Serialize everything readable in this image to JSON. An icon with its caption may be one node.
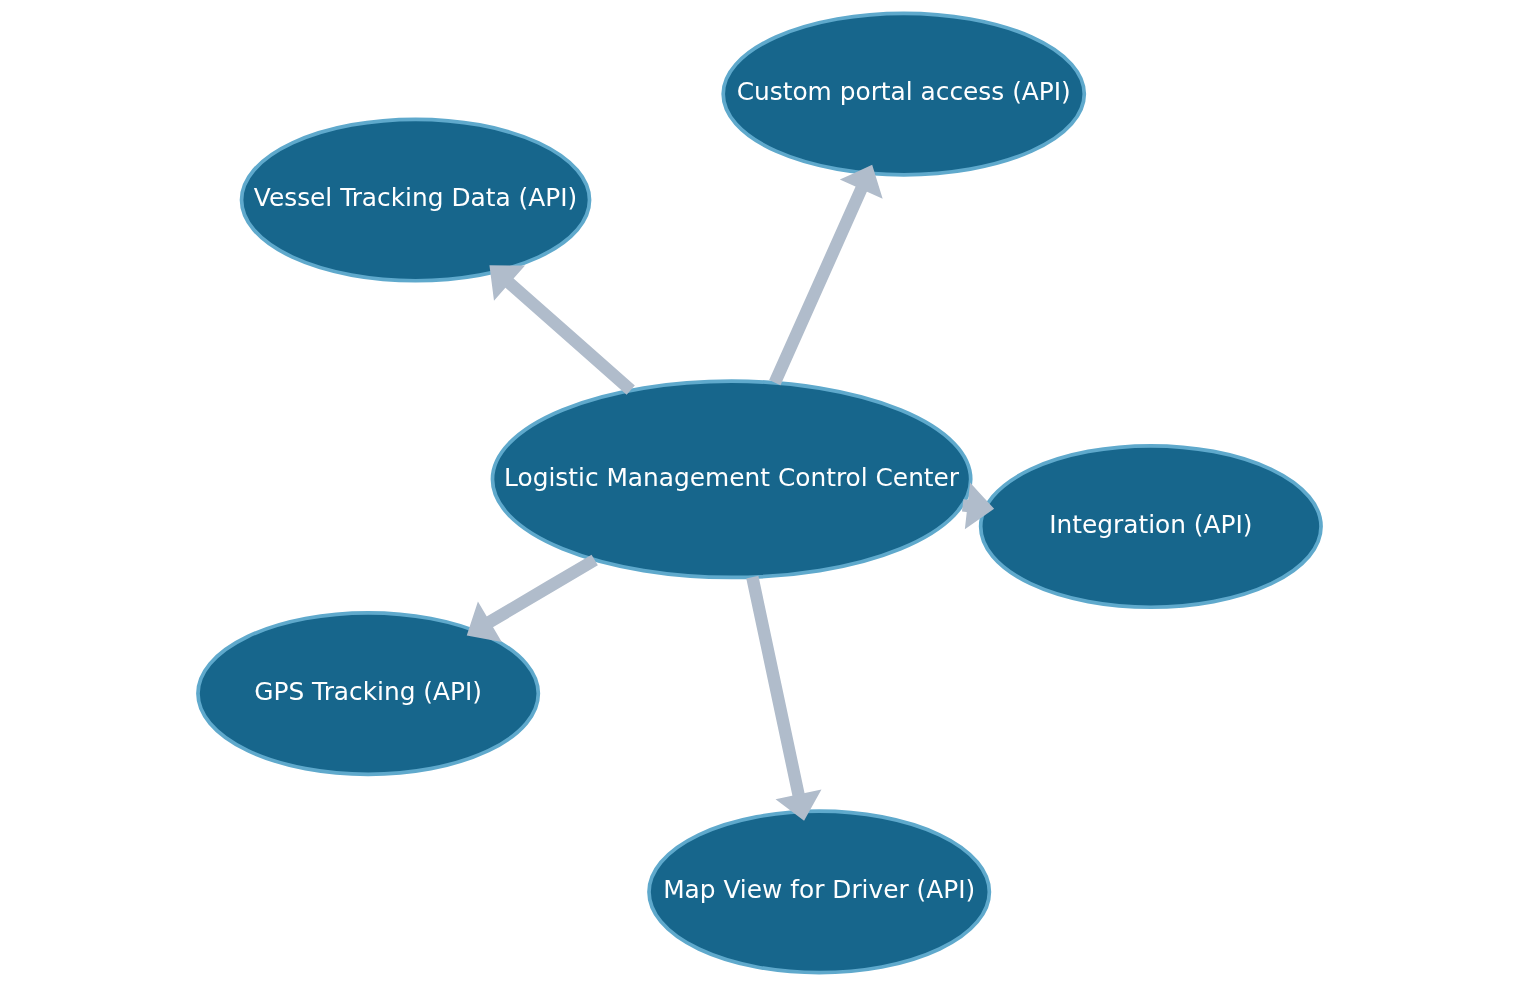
{
  "diagram": {
    "nodes": [
      {
        "text": [
          "Vessel Tracking Data (API)"
        ]
      },
      {
        "text": [
          "Integration (API)"
        ]
      },
      {
        "text": [
          "Map View for Driver (API)"
        ]
      },
      {
        "text": [
          "Logistic Management Control Center"
        ]
      },
      {
        "text": [
          "Custom portal access (API)"
        ]
      },
      {
        "text": [
          "GPS Tracking (API)"
        ]
      }
    ],
    "edges": [
      {
        "from": 3,
        "to": 0,
        "arrow": "to"
      },
      {
        "from": 3,
        "to": 1,
        "arrow": "to"
      },
      {
        "from": 3,
        "to": 2,
        "arrow": "to"
      },
      {
        "from": 3,
        "to": 4,
        "arrow": "to"
      },
      {
        "from": 3,
        "to": 5,
        "arrow": "to"
      }
    ]
  }
}
